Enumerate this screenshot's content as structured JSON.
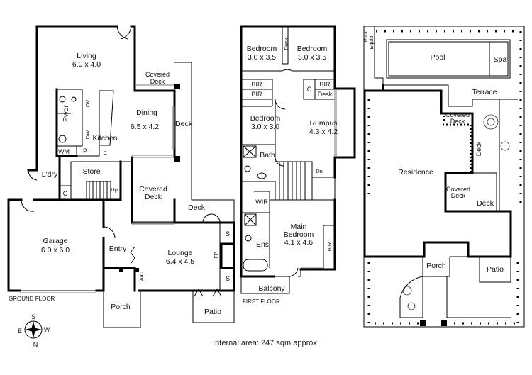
{
  "labels": {
    "living": "Living",
    "living_dim": "6.0 x 4.0",
    "covered_deck_1": "Covered",
    "covered_deck_1b": "Deck",
    "dining": "Dining",
    "dining_dim": "6.5 x 4.2",
    "deck_1": "Deck",
    "pwdr": "Pwdr",
    "ov": "OV",
    "dw": "DW",
    "kitchen": "Kitchen",
    "wm": "WM",
    "p": "P",
    "f": "F",
    "store": "Store",
    "ldry": "L'dry",
    "c_1": "C",
    "up": "Up",
    "covered_deck_2": "Covered",
    "covered_deck_2b": "Deck",
    "deck_2": "Deck",
    "garage": "Garage",
    "garage_dim": "6.0 x 6.0",
    "entry": "Entry",
    "lounge": "Lounge",
    "lounge_dim": "6.4 x 4.5",
    "fp": "FP",
    "s_1": "S",
    "s_2": "S",
    "ac": "A/C",
    "patio_1": "Patio",
    "porch_1": "Porch",
    "ground_floor": "GROUND FLOOR",
    "bed1": "Bedroom",
    "bed1_dim": "3.0 x 3.5",
    "desk_1": "Desk",
    "bed2": "Bedroom",
    "bed2_dim": "3.0 x 3.5",
    "bir_1": "BIR",
    "bir_2": "BIR",
    "bir_3": "BIR",
    "c_2": "C",
    "desk_2": "Desk",
    "bed3": "Bedroom",
    "bed3_dim": "3.0 x 3.0",
    "rumpus": "Rumpus",
    "rumpus_dim": "4.3 x 4.2",
    "bath": "Bath",
    "dn": "Dn",
    "wir": "WIR",
    "main_bed": "Main",
    "main_bed_b": "Bedroom",
    "main_bed_dim": "4.1 x 4.6",
    "ens": "Ens",
    "bir_main": "BIR",
    "balcony": "Balcony",
    "first_floor": "FIRST FLOOR",
    "pool_equip_1": "Pool",
    "pool_equip_2": "Equip",
    "pool": "Pool",
    "spa": "Spa",
    "terrace": "Terrace",
    "covered_deck_3": "Covered",
    "covered_deck_3b": "Deck",
    "deck_3": "Deck",
    "residence": "Residence",
    "covered_deck_4": "Covered",
    "covered_deck_4b": "Deck",
    "deck_4": "Deck",
    "porch_2": "Porch",
    "patio_2": "Patio",
    "compass_s": "S",
    "compass_e": "E",
    "compass_w": "W",
    "compass_n": "N"
  },
  "internal_area": "Internal area: 247 sqm approx."
}
